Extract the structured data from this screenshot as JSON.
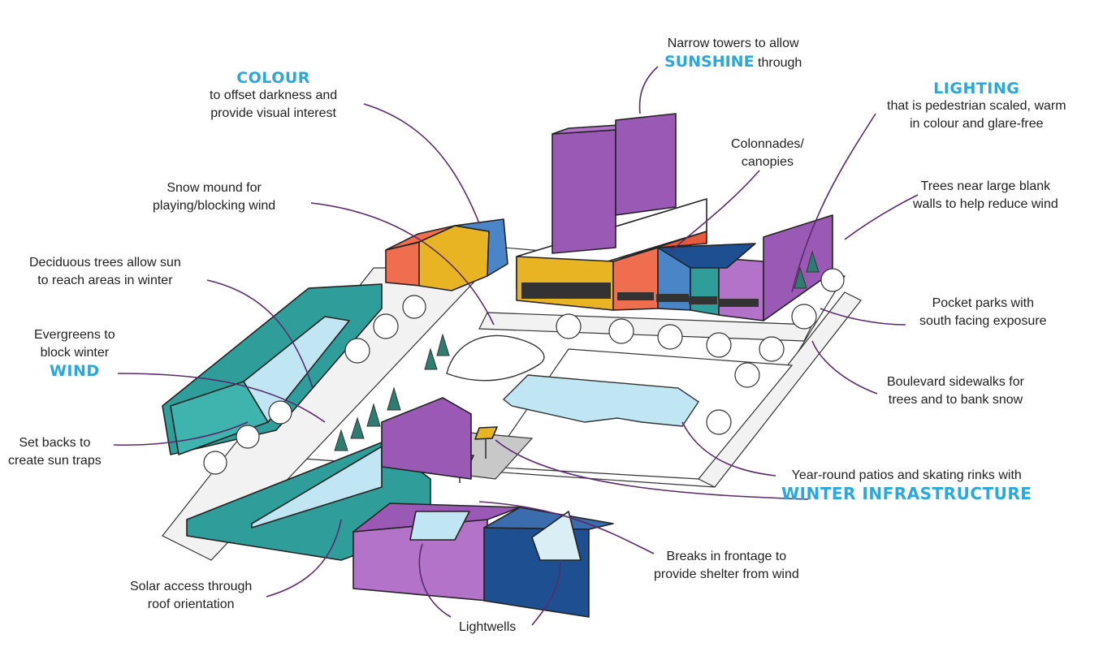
{
  "colors": {
    "accent": "#29a8df",
    "leader": "#5a2a6e",
    "purple": "#9b59b6",
    "teal": "#2f9e9a",
    "yellow": "#e8b423",
    "coral": "#ee6e4f",
    "navy": "#1d4f91",
    "ice": "#bfe6f2"
  },
  "annotations": {
    "towers": {
      "line1": "Narrow towers to allow",
      "highlight": "SUNSHINE",
      "after": "through"
    },
    "colour": {
      "highlight": "COLOUR",
      "line1": "to offset darkness and",
      "line2": "provide visual interest"
    },
    "lighting": {
      "highlight": "LIGHTING",
      "line1": "that is pedestrian scaled, warm",
      "line2": "in colour and glare-free"
    },
    "colonnades": {
      "line1": "Colonnades/",
      "line2": "canopies"
    },
    "snow_mound": {
      "line1": "Snow mound for",
      "line2": "playing/blocking wind"
    },
    "trees_walls": {
      "line1": "Trees near large blank",
      "line2": "walls to help reduce wind"
    },
    "deciduous": {
      "line1": "Deciduous trees allow sun",
      "line2": "to reach areas in winter"
    },
    "pocket_parks": {
      "line1": "Pocket parks with",
      "line2": "south facing exposure"
    },
    "evergreens": {
      "line1": "Evergreens to",
      "line2": "block winter",
      "highlight": "WIND"
    },
    "boulevard": {
      "line1": "Boulevard sidewalks for",
      "line2": "trees and to bank snow"
    },
    "setbacks": {
      "line1": "Set backs to",
      "line2": "create sun traps"
    },
    "patios": {
      "line1": "Year-round patios and skating rinks with",
      "highlight": "WINTER INFRASTRUCTURE"
    },
    "breaks": {
      "line1": "Breaks in frontage to",
      "line2": "provide shelter from wind"
    },
    "solar": {
      "line1": "Solar access through",
      "line2": "roof orientation"
    },
    "lightwells": {
      "line1": "Lightwells"
    }
  }
}
